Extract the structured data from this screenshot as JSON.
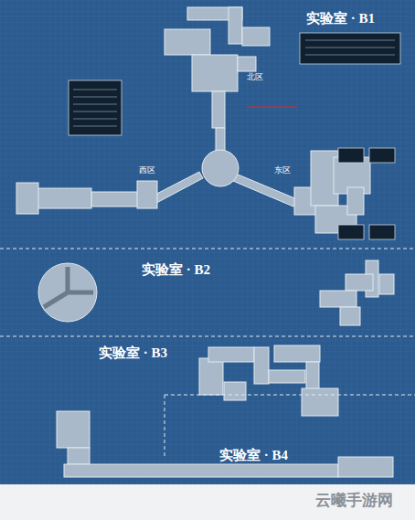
{
  "diagram": {
    "labels": [
      "实验室 · B1",
      "北区",
      "西区",
      "东区",
      "实验室 · B2",
      "实验室 · B3",
      "实验室 · B4",
      "云曦手游网"
    ]
  }
}
